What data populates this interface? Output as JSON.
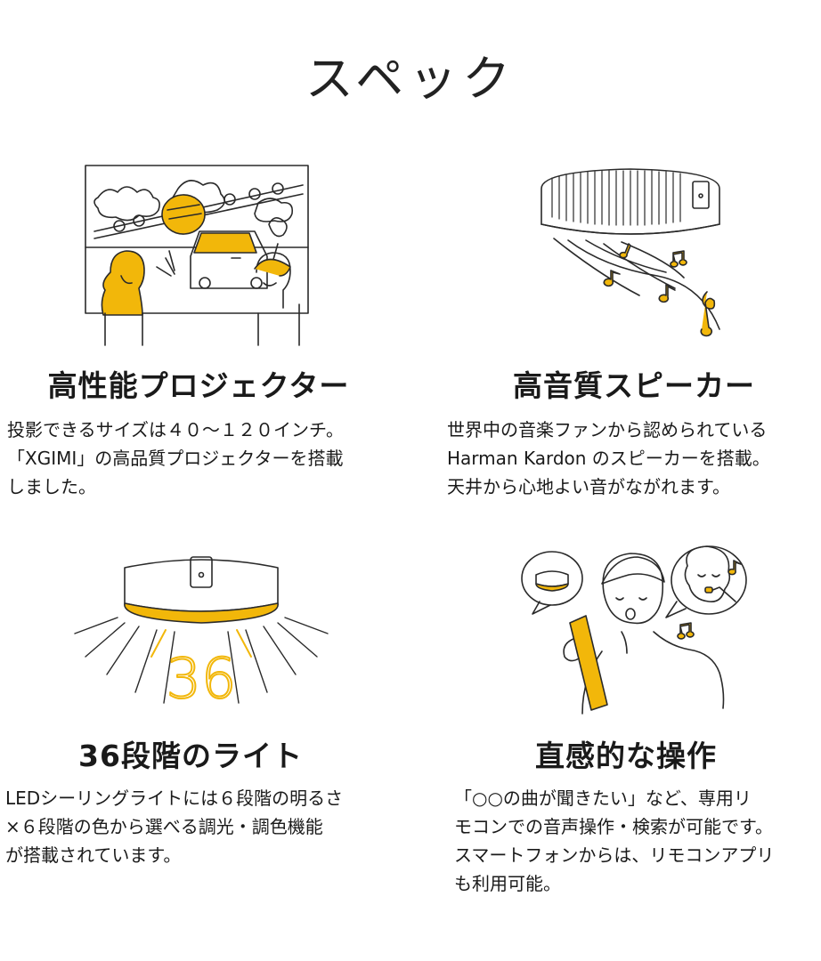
{
  "page": {
    "title": "スペック"
  },
  "features": [
    {
      "icon": "projector-scene-illustration",
      "heading": "高性能プロジェクター",
      "lines": [
        "投影できるサイズは４０〜１２０インチ。",
        "「XGIMI」の高品質プロジェクターを搭載",
        "しました。"
      ]
    },
    {
      "icon": "speaker-music-illustration",
      "heading": "高音質スピーカー",
      "lines": [
        "世界中の音楽ファンから認められている",
        "Harman Kardon のスピーカーを搭載。",
        "天井から心地よい音がながれます。"
      ]
    },
    {
      "icon": "ceiling-light-36-illustration",
      "heading": "36段階のライト",
      "big_number": "36",
      "lines": [
        "LEDシーリングライトには６段階の明るさ",
        "×６段階の色から選べる調光・調色機能",
        "が搭載されています。"
      ]
    },
    {
      "icon": "voice-remote-illustration",
      "heading": "直感的な操作",
      "lines": [
        "「○○の曲が聞きたい」など、専用リ",
        "モコンでの音声操作・検索が可能です。",
        "スマートフォンからは、リモコンアプリ",
        "も利用可能。"
      ]
    }
  ],
  "colors": {
    "accent": "#f2b70a",
    "line": "#2a2a2a",
    "text": "#1a1a1a"
  }
}
